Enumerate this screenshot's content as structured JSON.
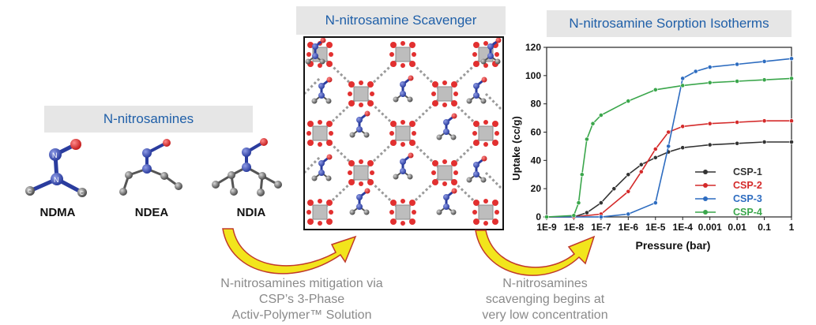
{
  "left_panel": {
    "banner": "N-nitrosamines",
    "molecules": [
      {
        "name": "NDMA",
        "atom_label": "N",
        "carbon_label": "C"
      },
      {
        "name": "NDEA"
      },
      {
        "name": "NDIA"
      }
    ]
  },
  "middle_panel": {
    "banner": "N-nitrosamine Scavenger"
  },
  "right_panel": {
    "banner": "N-nitrosamine Sorption Isotherms"
  },
  "captions": {
    "mitigation": [
      "N-nitrosamines mitigation via",
      "CSP’s 3-Phase",
      "Activ-Polymer™ Solution"
    ],
    "scavenging": [
      "N-nitrosamines",
      "scavenging begins at",
      "very low concentration"
    ]
  },
  "colors": {
    "banner_text": "#1f5fa8",
    "nitrogen": "#2a3c9e",
    "oxygen": "#d42a2a",
    "carbon": "#555555",
    "arrow_fill": "#f2e51c",
    "arrow_stroke": "#c0392b"
  },
  "chart_data": {
    "type": "line",
    "xlabel": "Pressure (bar)",
    "ylabel": "Uptake (cc/g)",
    "x_scale": "log",
    "x_ticks": [
      1e-09,
      1e-08,
      1e-07,
      1e-06,
      1e-05,
      0.0001,
      0.001,
      0.01,
      0.1,
      1
    ],
    "x_tick_labels": [
      "1E-9",
      "1E-8",
      "1E-7",
      "1E-6",
      "1E-5",
      "1E-4",
      "0.001",
      "0.01",
      "0.1",
      "1"
    ],
    "xlim": [
      1e-09,
      1
    ],
    "y_ticks": [
      0,
      20,
      40,
      60,
      80,
      100,
      120
    ],
    "y_tick_labels": [
      "0",
      "20",
      "40",
      "60",
      "80",
      "100",
      "120"
    ],
    "ylim": [
      0,
      120
    ],
    "legend_position": "bottom-right",
    "series": [
      {
        "name": "CSP-1",
        "color": "#333333",
        "x": [
          1e-09,
          1e-08,
          3e-08,
          1e-07,
          3e-07,
          1e-06,
          3e-06,
          1e-05,
          3e-05,
          0.0001,
          0.001,
          0.01,
          0.1,
          1
        ],
        "y": [
          0,
          0,
          3,
          10,
          20,
          30,
          37,
          42,
          46,
          49,
          51,
          52,
          53,
          53
        ]
      },
      {
        "name": "CSP-2",
        "color": "#d42a2a",
        "x": [
          1e-09,
          1e-08,
          1e-07,
          1e-06,
          3e-06,
          1e-05,
          3e-05,
          0.0001,
          0.001,
          0.01,
          0.1,
          1
        ],
        "y": [
          0,
          0,
          2,
          18,
          32,
          48,
          60,
          64,
          66,
          67,
          68,
          68
        ]
      },
      {
        "name": "CSP-3",
        "color": "#2d6cc0",
        "x": [
          1e-09,
          1e-07,
          1e-06,
          1e-05,
          3e-05,
          0.0001,
          0.0003,
          0.001,
          0.01,
          0.1,
          1
        ],
        "y": [
          0,
          0,
          2,
          10,
          50,
          98,
          103,
          106,
          108,
          110,
          112
        ]
      },
      {
        "name": "CSP-4",
        "color": "#3aa64b",
        "x": [
          1e-09,
          1e-08,
          1.5e-08,
          2e-08,
          3e-08,
          5e-08,
          1e-07,
          1e-06,
          1e-05,
          0.0001,
          0.001,
          0.01,
          0.1,
          1
        ],
        "y": [
          0,
          1,
          10,
          30,
          55,
          66,
          72,
          82,
          90,
          93,
          95,
          96,
          97,
          98
        ]
      }
    ]
  }
}
